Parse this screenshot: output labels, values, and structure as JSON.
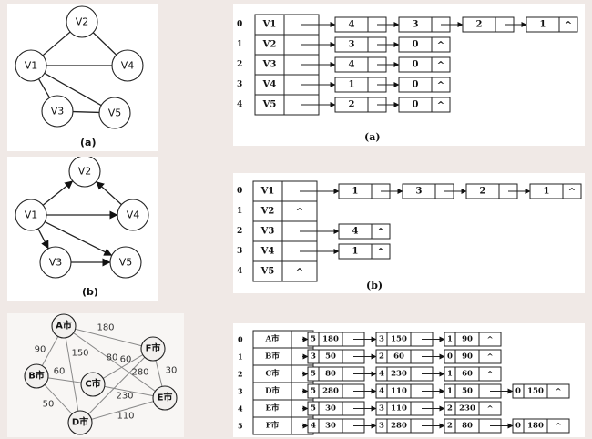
{
  "graph_a": {
    "caption": "(a)",
    "nodes": [
      {
        "id": "V1",
        "label": "V1"
      },
      {
        "id": "V2",
        "label": "V2"
      },
      {
        "id": "V3",
        "label": "V3"
      },
      {
        "id": "V4",
        "label": "V4"
      },
      {
        "id": "V5",
        "label": "V5"
      }
    ],
    "edges": [
      [
        "V1",
        "V2"
      ],
      [
        "V2",
        "V4"
      ],
      [
        "V1",
        "V4"
      ],
      [
        "V1",
        "V3"
      ],
      [
        "V1",
        "V5"
      ],
      [
        "V3",
        "V5"
      ]
    ]
  },
  "graph_b": {
    "caption": "(b)",
    "nodes": [
      {
        "id": "V1",
        "label": "V1"
      },
      {
        "id": "V2",
        "label": "V2"
      },
      {
        "id": "V3",
        "label": "V3"
      },
      {
        "id": "V4",
        "label": "V4"
      },
      {
        "id": "V5",
        "label": "V5"
      }
    ],
    "edges": [
      [
        "V1",
        "V2"
      ],
      [
        "V4",
        "V2"
      ],
      [
        "V1",
        "V4"
      ],
      [
        "V1",
        "V3"
      ],
      [
        "V1",
        "V5"
      ],
      [
        "V3",
        "V5"
      ]
    ]
  },
  "graph_c": {
    "nodes": [
      {
        "id": "A",
        "label": "A市"
      },
      {
        "id": "B",
        "label": "B市"
      },
      {
        "id": "C",
        "label": "C市"
      },
      {
        "id": "D",
        "label": "D市"
      },
      {
        "id": "E",
        "label": "E市"
      },
      {
        "id": "F",
        "label": "F市"
      }
    ],
    "edges": [
      {
        "from": "A",
        "to": "F",
        "weight": "180"
      },
      {
        "from": "A",
        "to": "B",
        "weight": "90"
      },
      {
        "from": "A",
        "to": "D",
        "weight": "150"
      },
      {
        "from": "A",
        "to": "E",
        "weight": "80"
      },
      {
        "from": "B",
        "to": "C",
        "weight": "60"
      },
      {
        "from": "B",
        "to": "D",
        "weight": "50"
      },
      {
        "from": "C",
        "to": "F",
        "weight": "60"
      },
      {
        "from": "C",
        "to": "E",
        "weight": "230"
      },
      {
        "from": "D",
        "to": "F",
        "weight": "280"
      },
      {
        "from": "D",
        "to": "E",
        "weight": "110"
      },
      {
        "from": "E",
        "to": "F",
        "weight": "30"
      }
    ]
  },
  "list_a": {
    "caption": "(a)",
    "null_symbol": "^",
    "rows": [
      {
        "index": "0",
        "vertex": "V1",
        "nodes": [
          [
            "4"
          ],
          [
            "3"
          ],
          [
            "2"
          ],
          [
            "1"
          ]
        ]
      },
      {
        "index": "1",
        "vertex": "V2",
        "nodes": [
          [
            "3"
          ],
          [
            "0"
          ]
        ]
      },
      {
        "index": "2",
        "vertex": "V3",
        "nodes": [
          [
            "4"
          ],
          [
            "0"
          ]
        ]
      },
      {
        "index": "3",
        "vertex": "V4",
        "nodes": [
          [
            "1"
          ],
          [
            "0"
          ]
        ]
      },
      {
        "index": "4",
        "vertex": "V5",
        "nodes": [
          [
            "2"
          ],
          [
            "0"
          ]
        ]
      }
    ]
  },
  "list_b": {
    "caption": "(b)",
    "null_symbol": "^",
    "rows": [
      {
        "index": "0",
        "vertex": "V1",
        "nodes": [
          [
            "1"
          ],
          [
            "3"
          ],
          [
            "2"
          ],
          [
            "1"
          ]
        ]
      },
      {
        "index": "1",
        "vertex": "V2",
        "nodes": []
      },
      {
        "index": "2",
        "vertex": "V3",
        "nodes": [
          [
            "4"
          ]
        ]
      },
      {
        "index": "3",
        "vertex": "V4",
        "nodes": [
          [
            "1"
          ]
        ]
      },
      {
        "index": "4",
        "vertex": "V5",
        "nodes": []
      }
    ]
  },
  "list_c": {
    "null_symbol": "^",
    "rows": [
      {
        "index": "0",
        "vertex": "A市",
        "nodes": [
          [
            "5",
            "180"
          ],
          [
            "3",
            "150"
          ],
          [
            "1",
            "90"
          ]
        ]
      },
      {
        "index": "1",
        "vertex": "B市",
        "nodes": [
          [
            "3",
            "50"
          ],
          [
            "2",
            "60"
          ],
          [
            "0",
            "90"
          ]
        ]
      },
      {
        "index": "2",
        "vertex": "C市",
        "nodes": [
          [
            "5",
            "80"
          ],
          [
            "4",
            "230"
          ],
          [
            "1",
            "60"
          ]
        ]
      },
      {
        "index": "3",
        "vertex": "D市",
        "nodes": [
          [
            "5",
            "280"
          ],
          [
            "4",
            "110"
          ],
          [
            "1",
            "50"
          ],
          [
            "0",
            "150"
          ]
        ]
      },
      {
        "index": "4",
        "vertex": "E市",
        "nodes": [
          [
            "5",
            "30"
          ],
          [
            "3",
            "110"
          ],
          [
            "2",
            "230"
          ]
        ]
      },
      {
        "index": "5",
        "vertex": "F市",
        "nodes": [
          [
            "4",
            "30"
          ],
          [
            "3",
            "280"
          ],
          [
            "2",
            "80"
          ],
          [
            "0",
            "180"
          ]
        ]
      }
    ]
  }
}
